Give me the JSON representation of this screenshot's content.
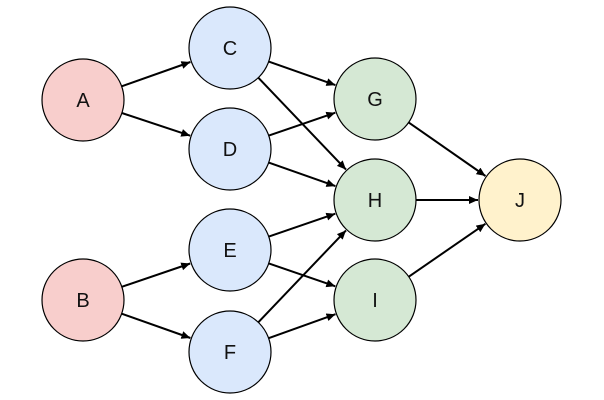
{
  "colors": {
    "red_fill": "#f8cecc",
    "blue_fill": "#dae8fc",
    "green_fill": "#d5e8d4",
    "yellow_fill": "#fff2cc",
    "edge": "#000000",
    "text": "#111111"
  },
  "nodes": [
    {
      "id": "A",
      "label": "A",
      "fill": "red_fill"
    },
    {
      "id": "B",
      "label": "B",
      "fill": "red_fill"
    },
    {
      "id": "C",
      "label": "C",
      "fill": "blue_fill"
    },
    {
      "id": "D",
      "label": "D",
      "fill": "blue_fill"
    },
    {
      "id": "E",
      "label": "E",
      "fill": "blue_fill"
    },
    {
      "id": "F",
      "label": "F",
      "fill": "blue_fill"
    },
    {
      "id": "G",
      "label": "G",
      "fill": "green_fill"
    },
    {
      "id": "H",
      "label": "H",
      "fill": "green_fill"
    },
    {
      "id": "I",
      "label": "I",
      "fill": "green_fill"
    },
    {
      "id": "J",
      "label": "J",
      "fill": "yellow_fill"
    }
  ],
  "edges": [
    {
      "from": "A",
      "to": "C"
    },
    {
      "from": "A",
      "to": "D"
    },
    {
      "from": "B",
      "to": "E"
    },
    {
      "from": "B",
      "to": "F"
    },
    {
      "from": "C",
      "to": "G"
    },
    {
      "from": "C",
      "to": "H"
    },
    {
      "from": "D",
      "to": "G"
    },
    {
      "from": "D",
      "to": "H"
    },
    {
      "from": "E",
      "to": "H"
    },
    {
      "from": "E",
      "to": "I"
    },
    {
      "from": "F",
      "to": "H"
    },
    {
      "from": "F",
      "to": "I"
    },
    {
      "from": "G",
      "to": "J"
    },
    {
      "from": "H",
      "to": "J"
    },
    {
      "from": "I",
      "to": "J"
    }
  ]
}
